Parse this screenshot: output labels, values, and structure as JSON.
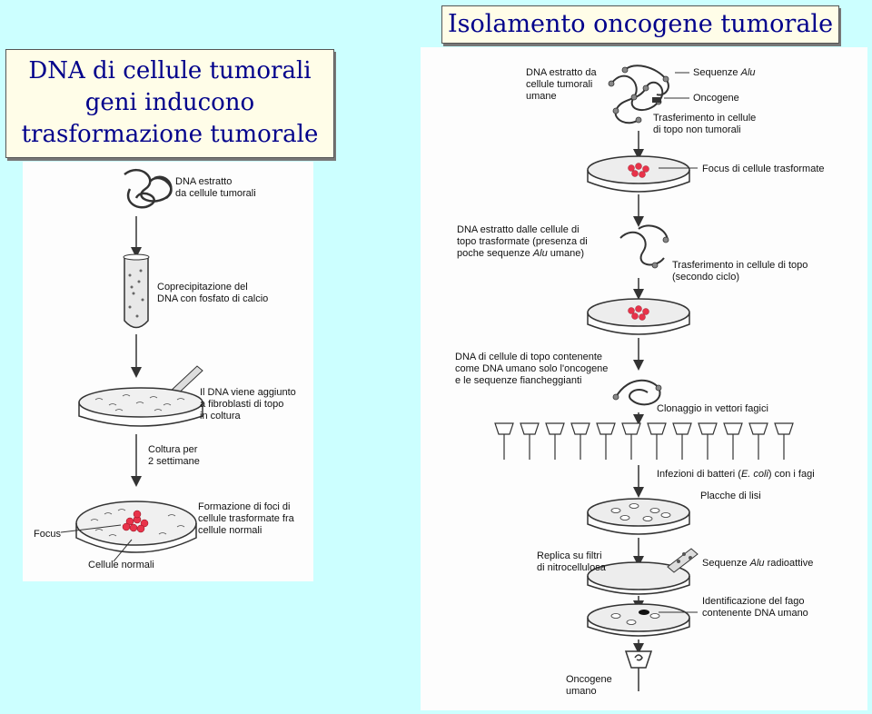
{
  "main_title": "Isolamento oncogene tumorale",
  "left_title": {
    "line1": "DNA di cellule tumorali",
    "line2": "geni inducono",
    "line3": "trasformazione tumorale"
  },
  "left_diagram": {
    "dna_label": "DNA estratto\nda cellule tumorali",
    "coprecip_label": "Coprecipitazione del\nDNA con fosfato di calcio",
    "added_label": "Il DNA viene aggiunto\na fibroblasti di topo\nin coltura",
    "culture_label": "Coltura per\n2 settimane",
    "foci_label": "Formazione di foci di\ncellule trasformate fra\ncellule normali",
    "focus_label": "Focus",
    "normal_label": "Cellule normali"
  },
  "right_diagram": {
    "human_dna_label": "DNA estratto da\ncellule tumorali\numane",
    "alu_label_prefix": "Sequenze ",
    "alu_label_italic": "Alu",
    "oncogene_legend": "Oncogene",
    "transfer_label": "Trasferimento in cellule\ndi topo non tumorali",
    "focus_label": "Focus di cellule trasformate",
    "mouse_dna_label_1": "DNA estratto dalle cellule di\ntopo trasformate (presenza di\npoche sequenze ",
    "mouse_dna_label_italic": "Alu",
    "mouse_dna_label_2": " umane)",
    "second_transfer_label": "Trasferimento in cellule di topo\n(secondo ciclo)",
    "mouse_dna_human_label": "DNA di cellule di topo contenente\ncome DNA umano solo l'oncogene\ne le sequenze fiancheggianti",
    "cloning_label": "Clonaggio in vettori fagici",
    "infection_label_1": "Infezioni di batteri (",
    "infection_label_italic": "E. coli",
    "infection_label_2": ") con i fagi",
    "plaques_label": "Placche di lisi",
    "replica_label": "Replica su filtri\ndi nitrocellulosa",
    "alu_radio_prefix": "Sequenze ",
    "alu_radio_italic": "Alu",
    "alu_radio_suffix": " radioattive",
    "identification_label": "Identificazione del fago\ncontenente DNA umano",
    "oncogene_label": "Oncogene\numano"
  },
  "colors": {
    "background": "#ccffff",
    "title_text": "#00008b",
    "title_box": "#fffde8",
    "panel": "#fdfdfd",
    "transformed_cells": "#e8334a"
  }
}
